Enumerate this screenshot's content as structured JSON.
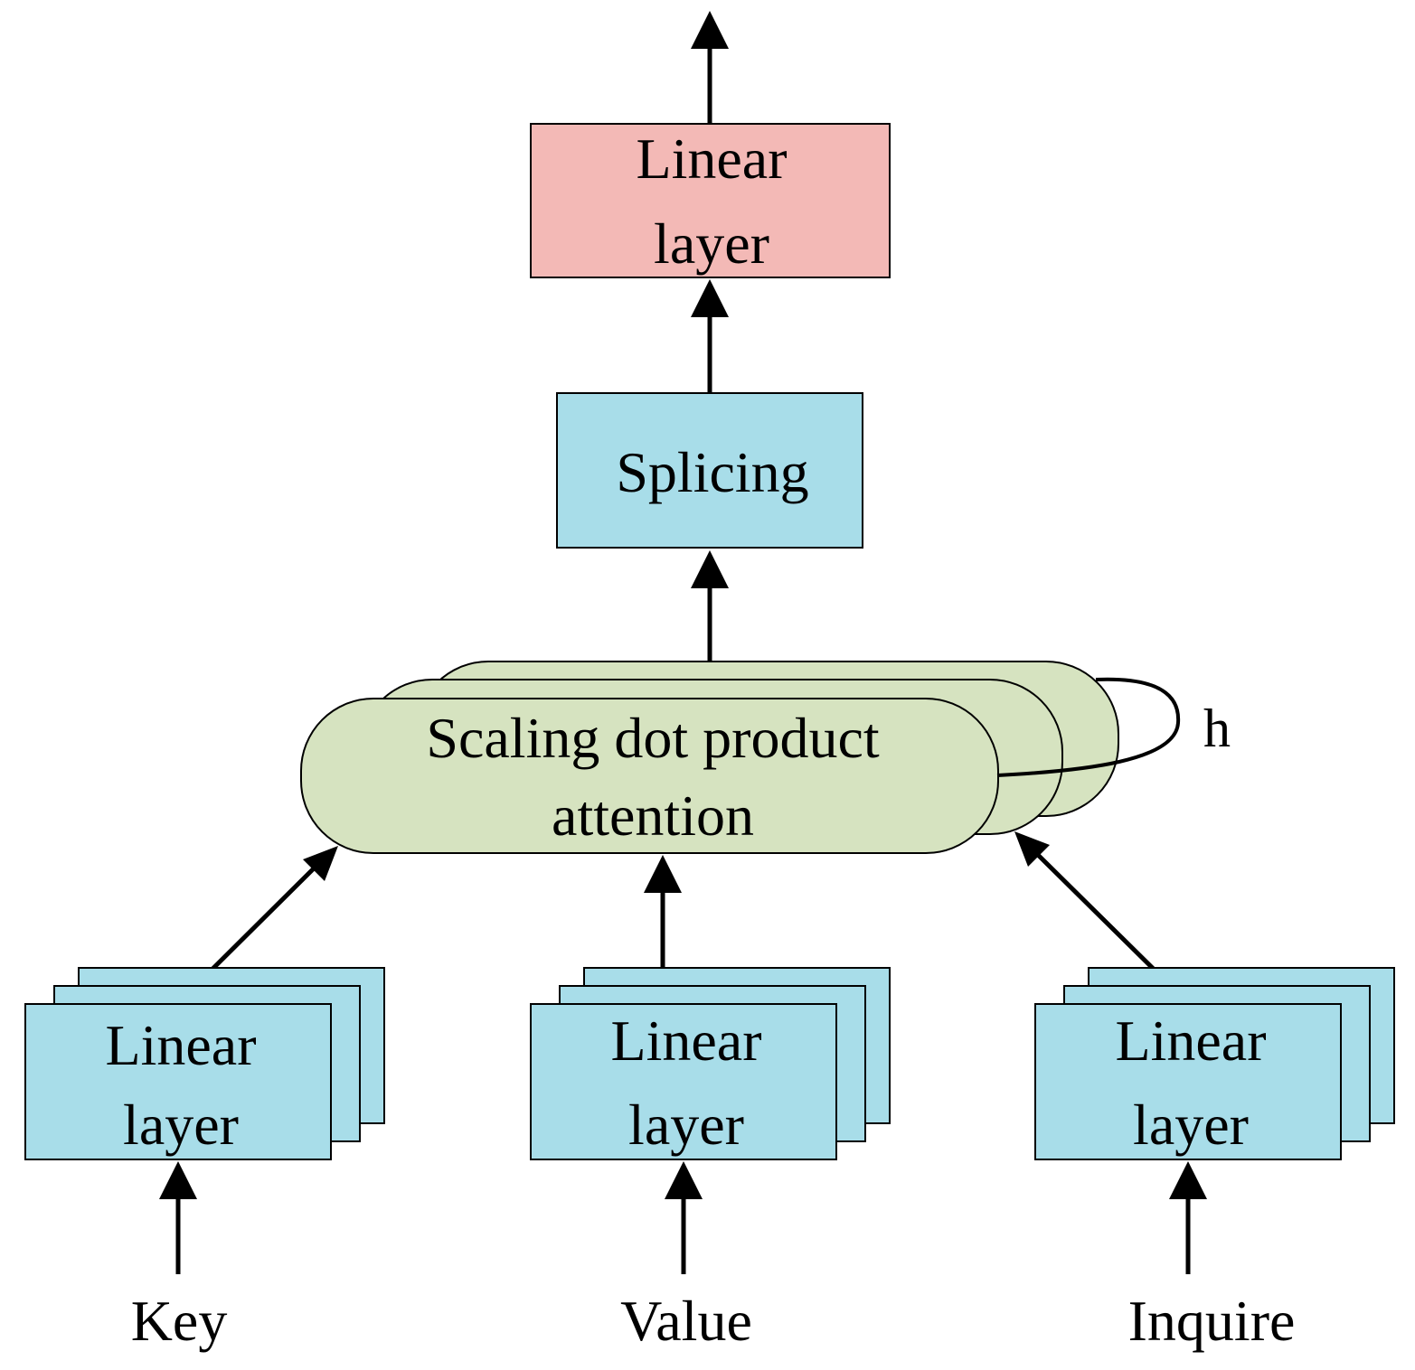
{
  "colors": {
    "output_box": "#f3b9b6",
    "blue_box": "#a8dde9",
    "attention": "#d6e3c0",
    "stroke": "#000000",
    "arrow": "#000000"
  },
  "output_layer": {
    "line1": "Linear",
    "line2": "layer"
  },
  "splicing": {
    "label": "Splicing"
  },
  "attention": {
    "line1": "Scaling dot product",
    "line2": "attention",
    "repeat_label": "h"
  },
  "inputs": {
    "key": {
      "line1": "Linear",
      "line2": "layer",
      "label": "Key"
    },
    "value": {
      "line1": "Linear",
      "line2": "layer",
      "label": "Value"
    },
    "inquire": {
      "line1": "Linear",
      "line2": "layer",
      "label": "Inquire"
    }
  }
}
